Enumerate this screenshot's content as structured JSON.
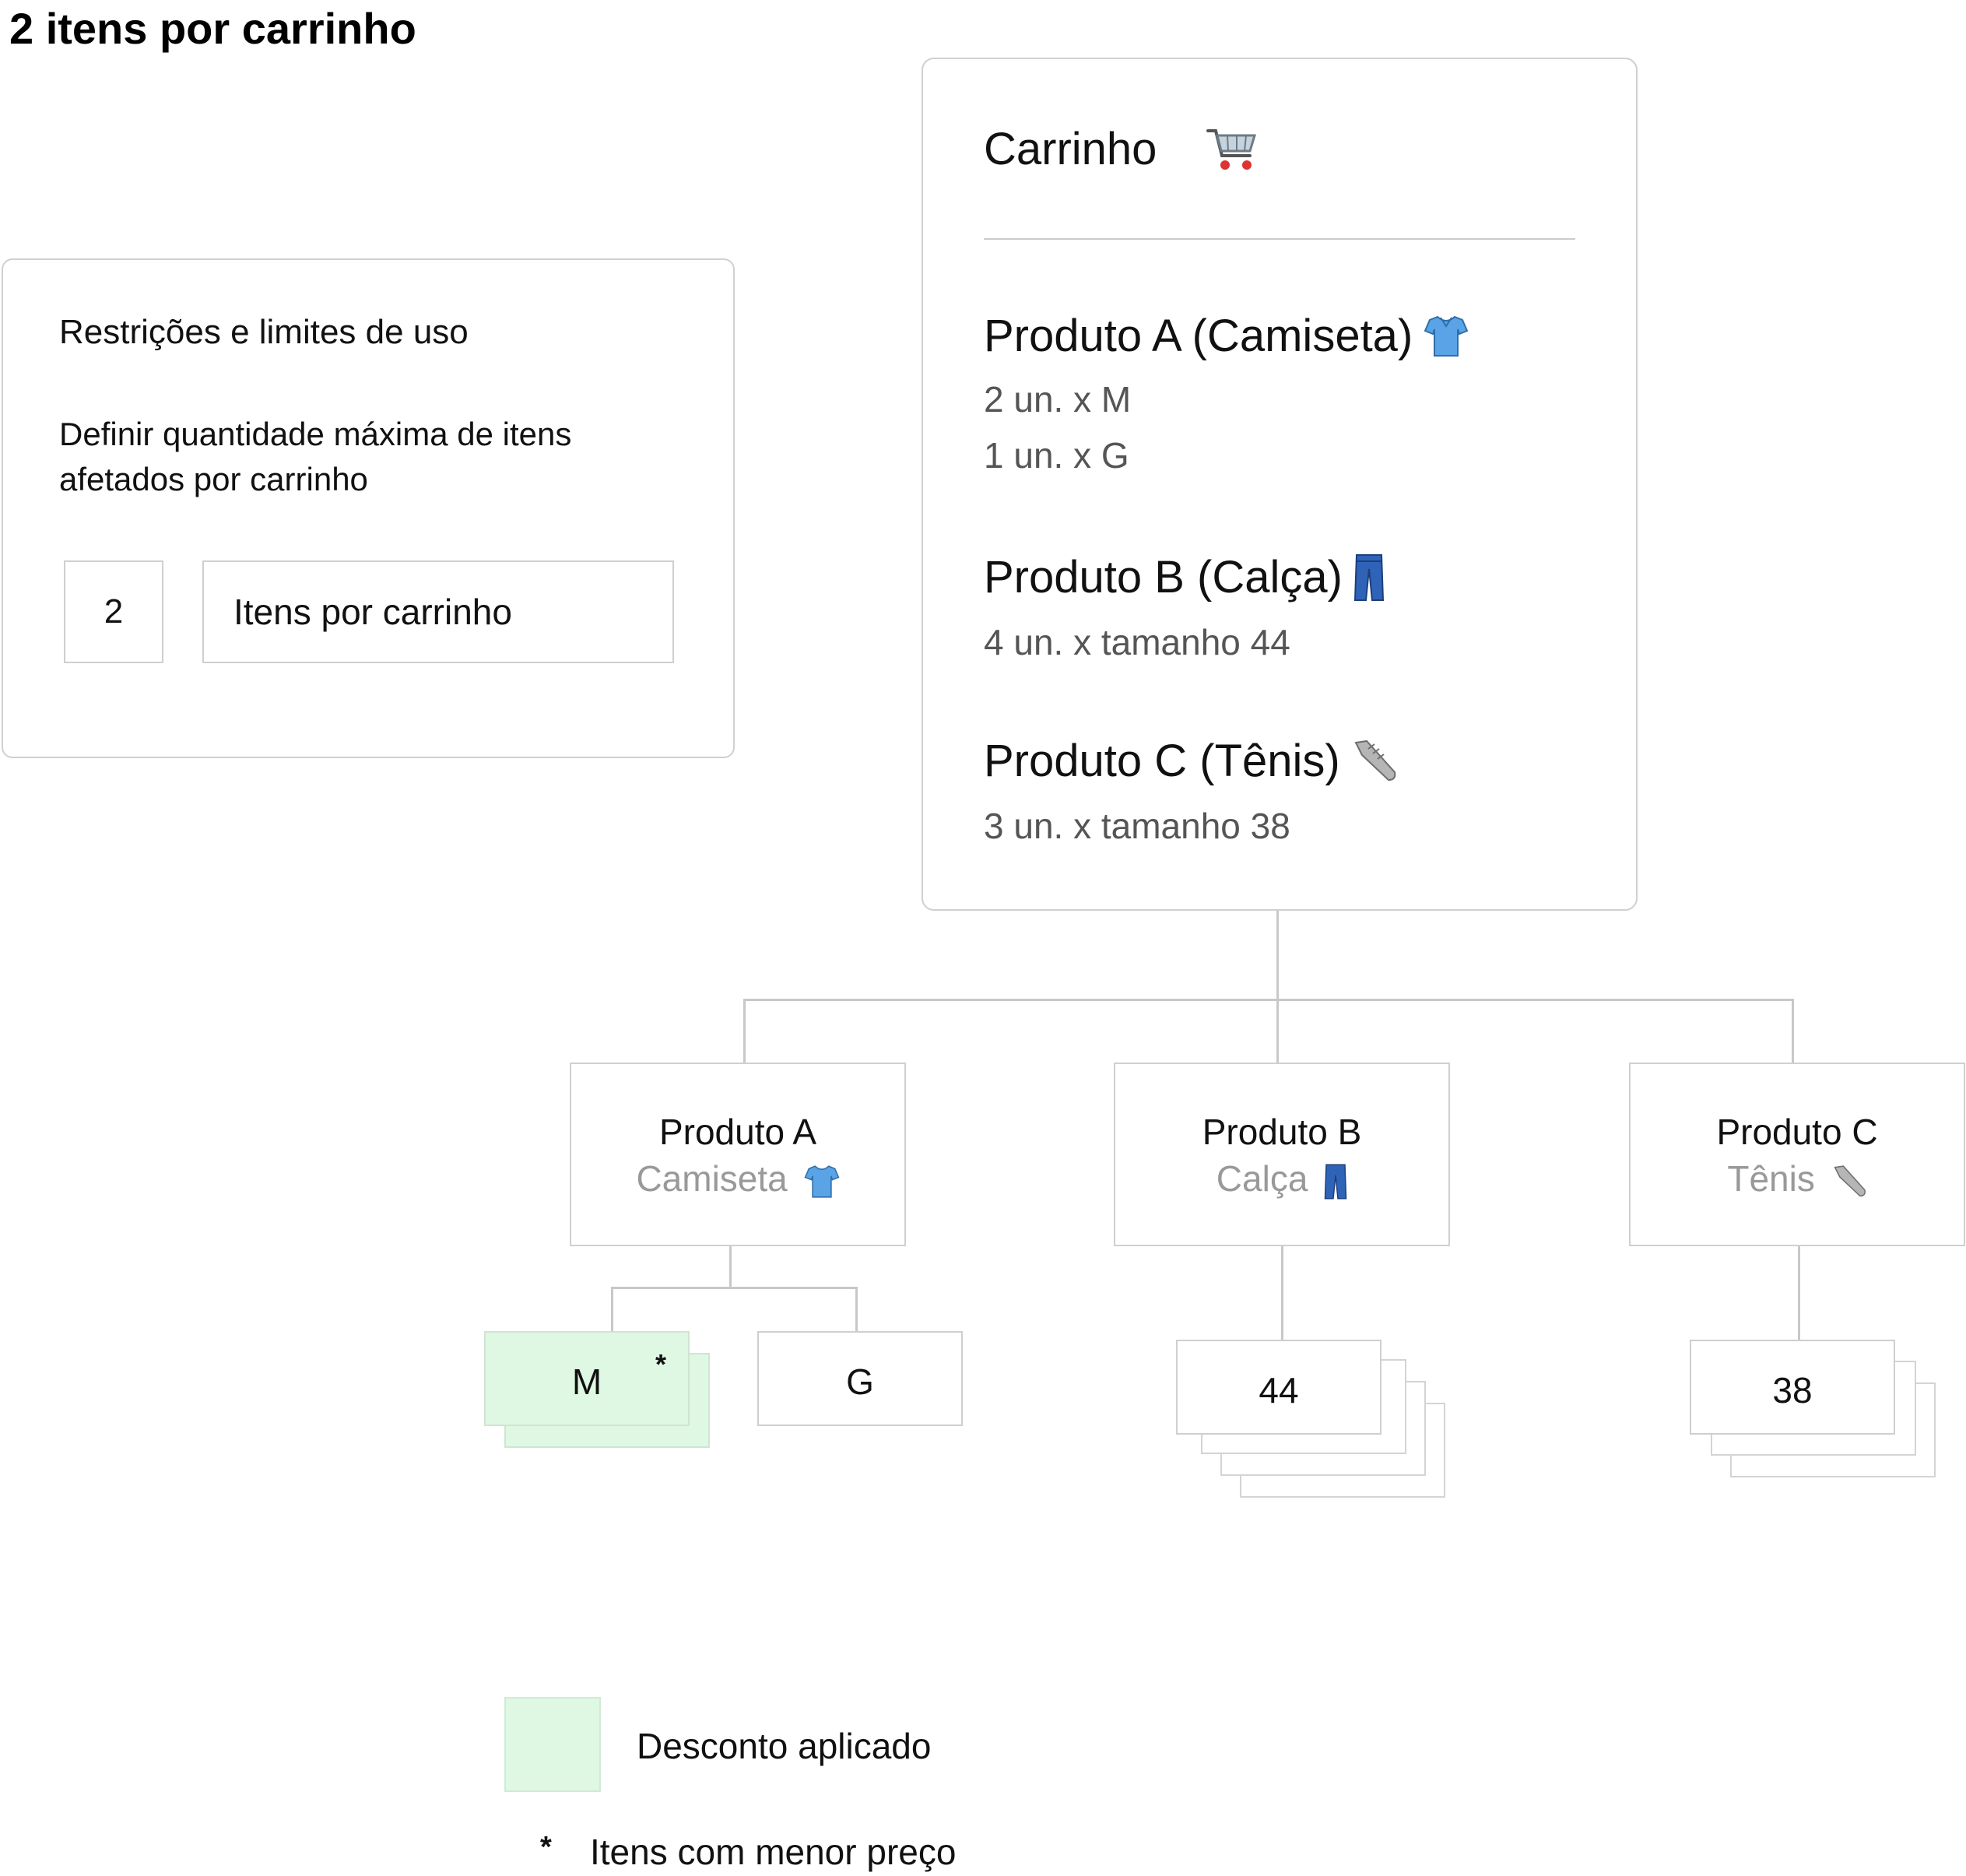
{
  "title": "2 itens por carrinho",
  "restrictions": {
    "title": "Restrições e limites de uso",
    "description_line1": "Definir quantidade máxima de itens",
    "description_line2": "afetados por carrinho",
    "quantity_value": "2",
    "unit_label": "Itens por carrinho"
  },
  "cart": {
    "title": "Carrinho",
    "icon": "shopping-cart-icon",
    "products": [
      {
        "name": "Produto A (Camiseta)",
        "icon": "tshirt-icon",
        "lines": [
          "2 un. x M",
          "1 un. x G"
        ]
      },
      {
        "name": "Produto B (Calça)",
        "icon": "jeans-icon",
        "lines": [
          "4 un. x tamanho 44"
        ]
      },
      {
        "name": "Produto C (Tênis)",
        "icon": "sneaker-icon",
        "lines": [
          "3 un. x  tamanho 38"
        ]
      }
    ]
  },
  "tree": {
    "products": [
      {
        "name": "Produto A",
        "type": "Camiseta",
        "icon": "tshirt-icon",
        "variants": [
          {
            "label": "M",
            "marker": "*",
            "discounted": true,
            "stack": 2
          },
          {
            "label": "G",
            "marker": "",
            "discounted": false,
            "stack": 1
          }
        ]
      },
      {
        "name": "Produto B",
        "type": "Calça",
        "icon": "jeans-icon",
        "variants": [
          {
            "label": "44",
            "marker": "",
            "discounted": false,
            "stack": 4
          }
        ]
      },
      {
        "name": "Produto C",
        "type": "Tênis",
        "icon": "sneaker-icon",
        "variants": [
          {
            "label": "38",
            "marker": "",
            "discounted": false,
            "stack": 3
          }
        ]
      }
    ]
  },
  "legend": {
    "discount_label": "Desconto aplicado",
    "discount_color": "#dff8e3",
    "lowest_price_marker": "*",
    "lowest_price_label": "Itens com menor preço"
  }
}
